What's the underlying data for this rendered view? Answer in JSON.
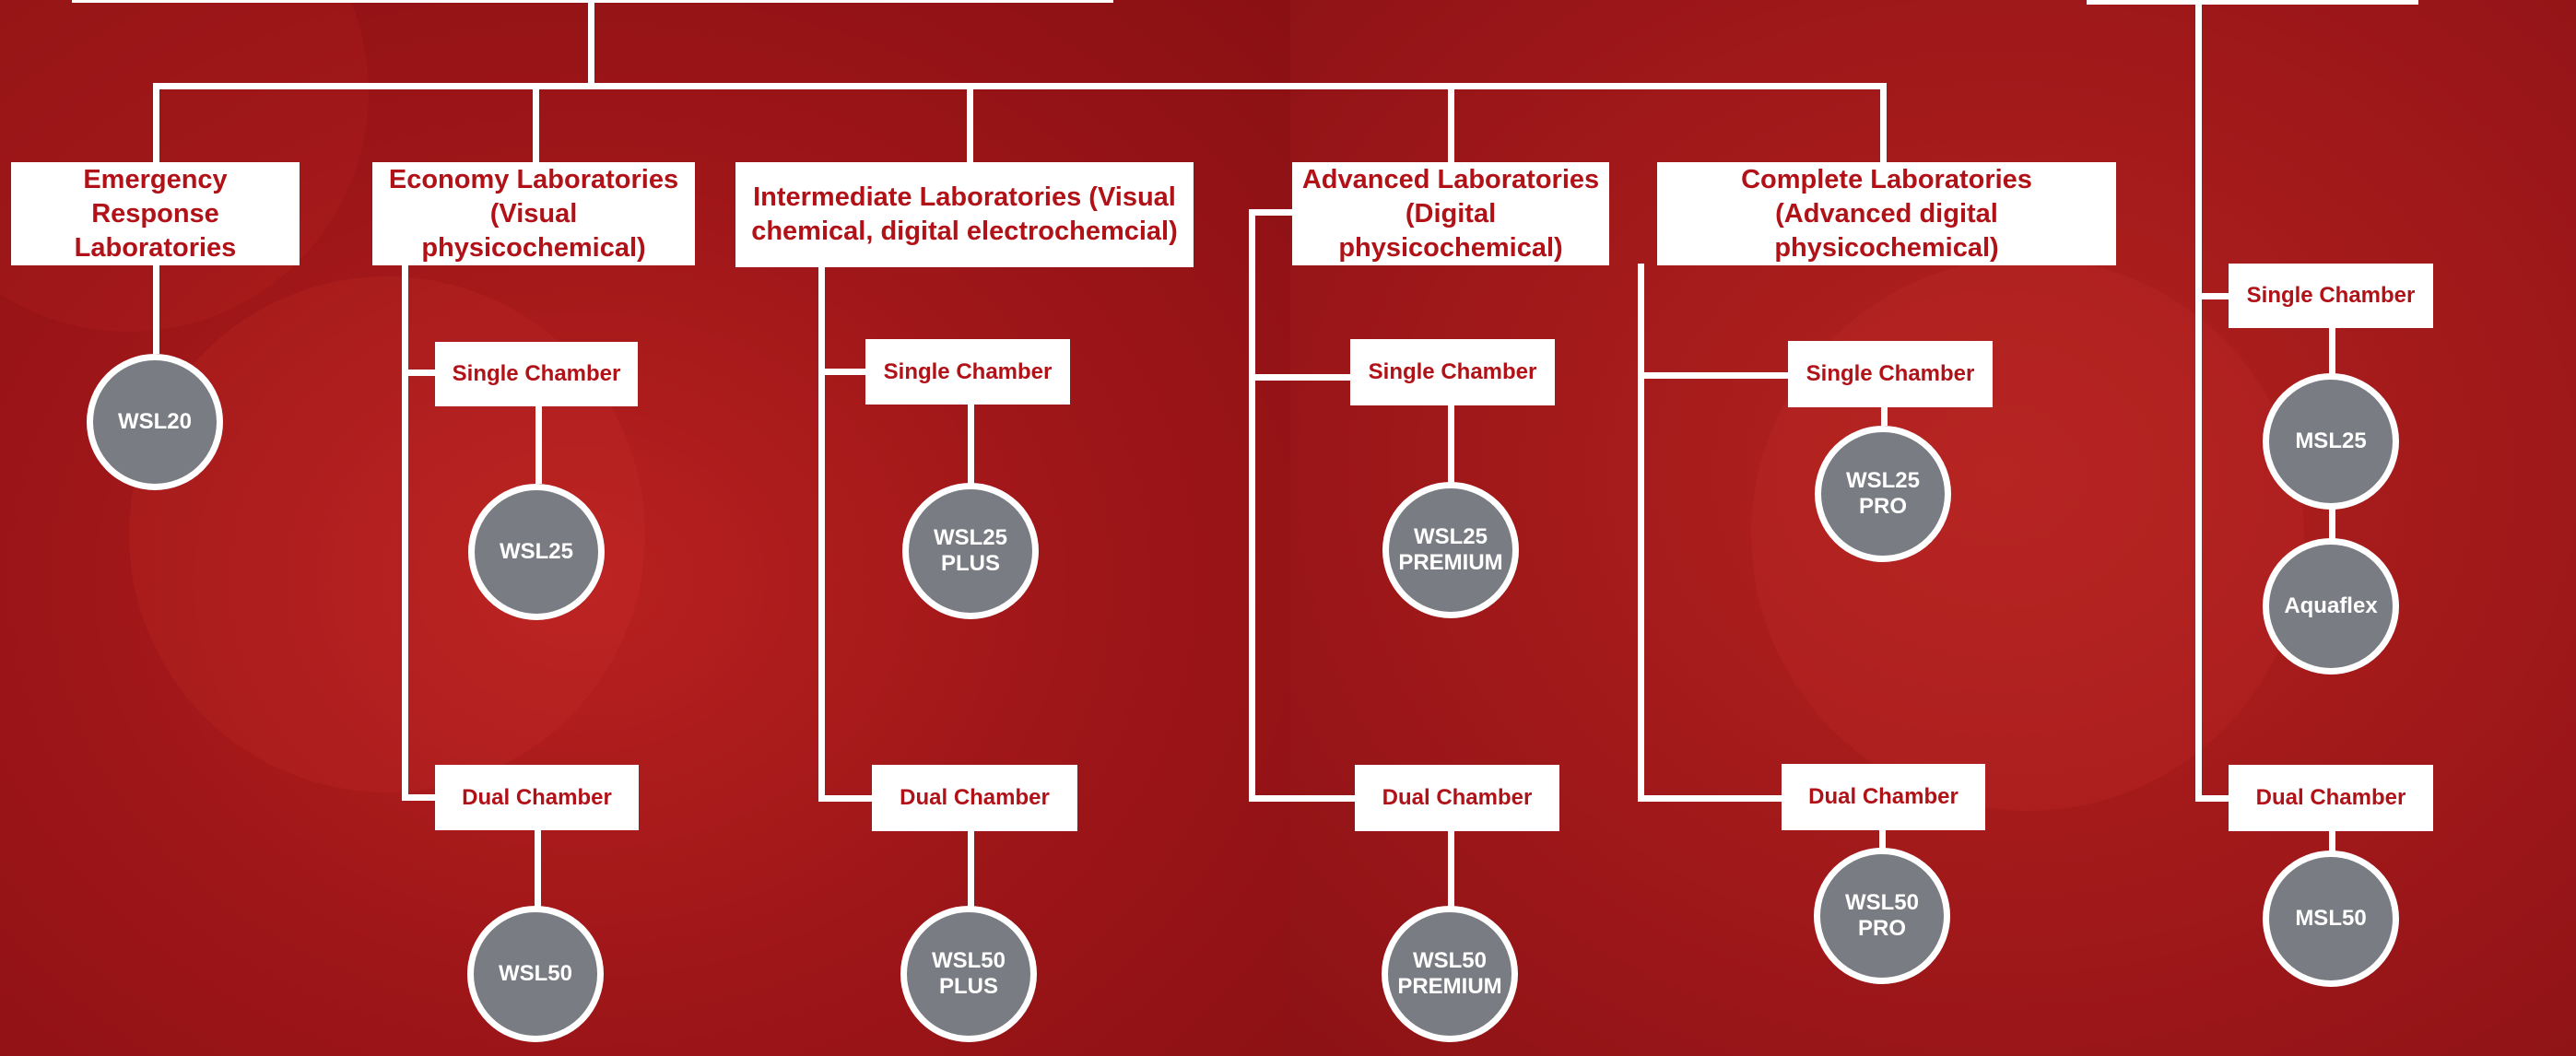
{
  "colors": {
    "background": "#a5161a",
    "box_fill": "#ffffff",
    "box_text": "#b01218",
    "circle_fill": "#7a7c83",
    "connector": "#ffffff"
  },
  "categories": [
    {
      "label": "Emergency Response\nLaboratories"
    },
    {
      "label": "Economy Laboratories\n(Visual physicochemical)"
    },
    {
      "label": "Intermediate Laboratories (Visual\nchemical, digital electrochemcial)"
    },
    {
      "label": "Advanced Laboratories\n(Digital physicochemical)"
    },
    {
      "label": "Complete Laboratories\n(Advanced digital physicochemical)"
    }
  ],
  "chamber_labels": {
    "single": "Single Chamber",
    "dual": "Dual Chamber"
  },
  "products": {
    "wsl20": "WSL20",
    "wsl25": "WSL25",
    "wsl50": "WSL50",
    "wsl25_plus": "WSL25\nPLUS",
    "wsl50_plus": "WSL50\nPLUS",
    "wsl25_premium": "WSL25\nPREMIUM",
    "wsl50_premium": "WSL50\nPREMIUM",
    "wsl25_pro": "WSL25\nPRO",
    "wsl50_pro": "WSL50\nPRO",
    "msl25": "MSL25",
    "aquaflex": "Aquaflex",
    "msl50": "MSL50"
  }
}
